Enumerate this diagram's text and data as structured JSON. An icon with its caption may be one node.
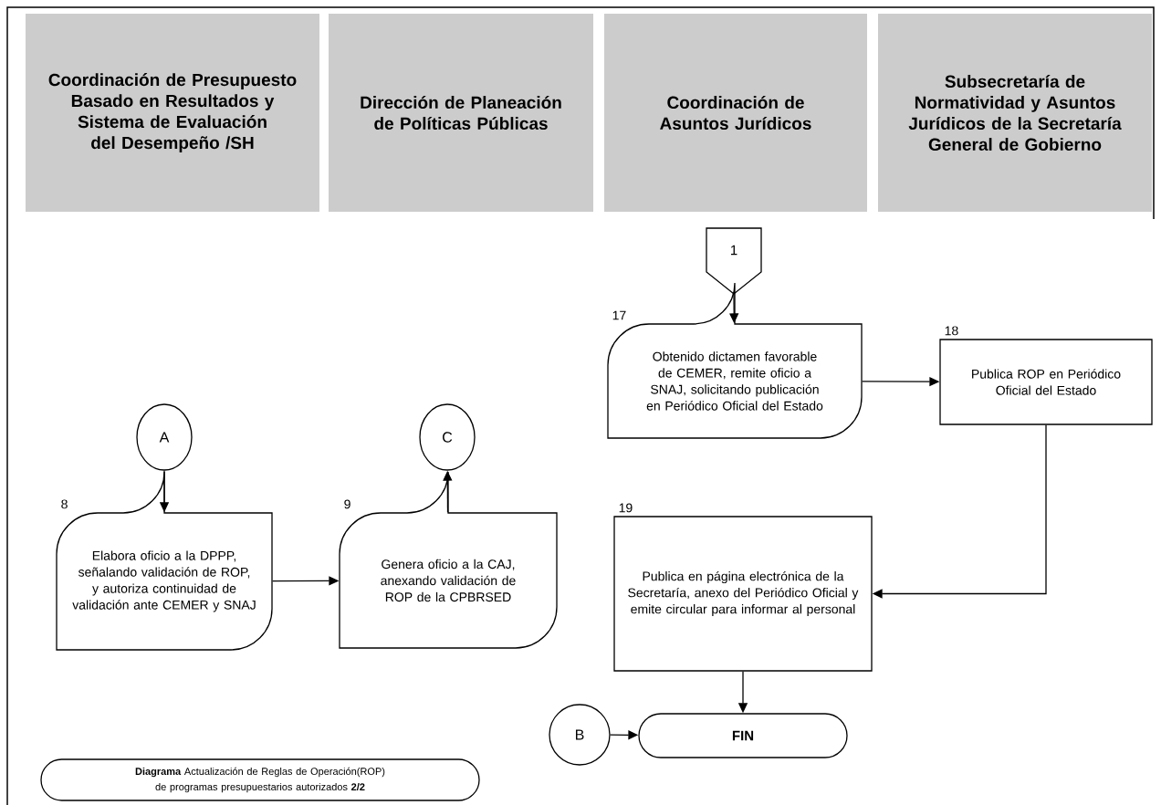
{
  "diagram": {
    "nodes": [
      {
        "text": [
          "Coordinación de Presupuesto Basado en Resultados y Sistema de Evaluación del Desempeño /SH"
        ]
      },
      {
        "text": [
          "Dirección de Planeación de Políticas Públicas"
        ]
      },
      {
        "text": [
          "Coordinación de Asuntos Jurídicos"
        ]
      },
      {
        "text": [
          "Subsecretaría de Normatividad y Asuntos Jurídicos de la Secretaría General de Gobierno"
        ]
      },
      {
        "text": [
          "1"
        ]
      },
      {
        "text": [
          "Obtenido dictamen favorable de CEMER, remite oficio a SNAJ, solicitando publicación en Periódico Oficial del Estado"
        ],
        "beside": [
          "17"
        ]
      },
      {
        "text": [
          "Publica ROP en Periódico Oficial del Estado"
        ],
        "beside": [
          "18"
        ]
      },
      {
        "text": [
          "A"
        ]
      },
      {
        "text": [
          "Elabora oficio a la DPPP, señalando validación de ROP, y autoriza continuidad de validación ante CEMER y SNAJ"
        ],
        "beside": [
          "8"
        ]
      },
      {
        "text": [
          "C"
        ]
      },
      {
        "text": [
          "Genera oficio a la CAJ, anexando validación de ROP de la CPBRSED"
        ],
        "beside": [
          "9"
        ]
      },
      {
        "text": [
          "Publica en página electrónica de la Secretaría, anexo del Periódico Oficial y emite circular para informar al personal"
        ],
        "beside": [
          "19"
        ]
      },
      {
        "text": [
          "B"
        ]
      },
      {
        "text": [
          "FIN"
        ]
      },
      {
        "text": [
          "**Diagrama** Actualización de Reglas de Operación(ROP) de programas presupuestarios autorizados **2/2**"
        ]
      }
    ],
    "edges": [
      {
        "from": 4,
        "to": 5,
        "arrow": "to"
      },
      {
        "from": 5,
        "to": 6,
        "arrow": "to"
      },
      {
        "from": 6,
        "to": 11,
        "arrow": "to"
      },
      {
        "from": 11,
        "to": 13,
        "arrow": "to"
      },
      {
        "from": 12,
        "to": 13,
        "arrow": "to"
      },
      {
        "from": 7,
        "to": 8,
        "arrow": "to"
      },
      {
        "from": 8,
        "to": 10,
        "arrow": "to"
      },
      {
        "from": 10,
        "to": 9,
        "arrow": "to"
      }
    ]
  }
}
